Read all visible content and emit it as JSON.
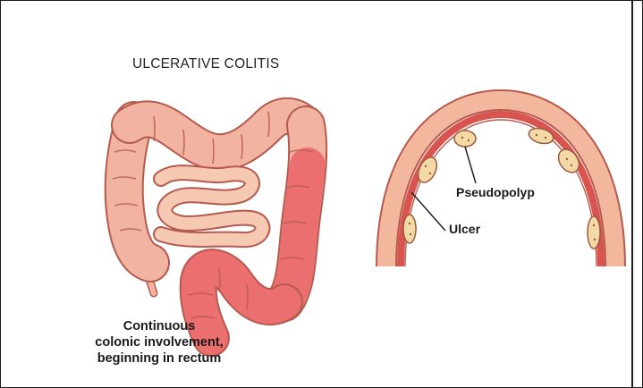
{
  "diagram": {
    "title": "ULCERATIVE COLITIS",
    "caption_lines": [
      "Continuous",
      "colonic involvement,",
      "beginning in rectum"
    ],
    "labels": {
      "pseudopolyp": "Pseudopolyp",
      "ulcer": "Ulcer"
    },
    "colors": {
      "healthy_colon": "#f2b3a0",
      "inflamed_colon": "#ec6f70",
      "small_intestine": "#f6c9b3",
      "outline": "#b55a4e",
      "wall_outer": "#f3b79d",
      "wall_inner": "#d9534f"
    }
  }
}
